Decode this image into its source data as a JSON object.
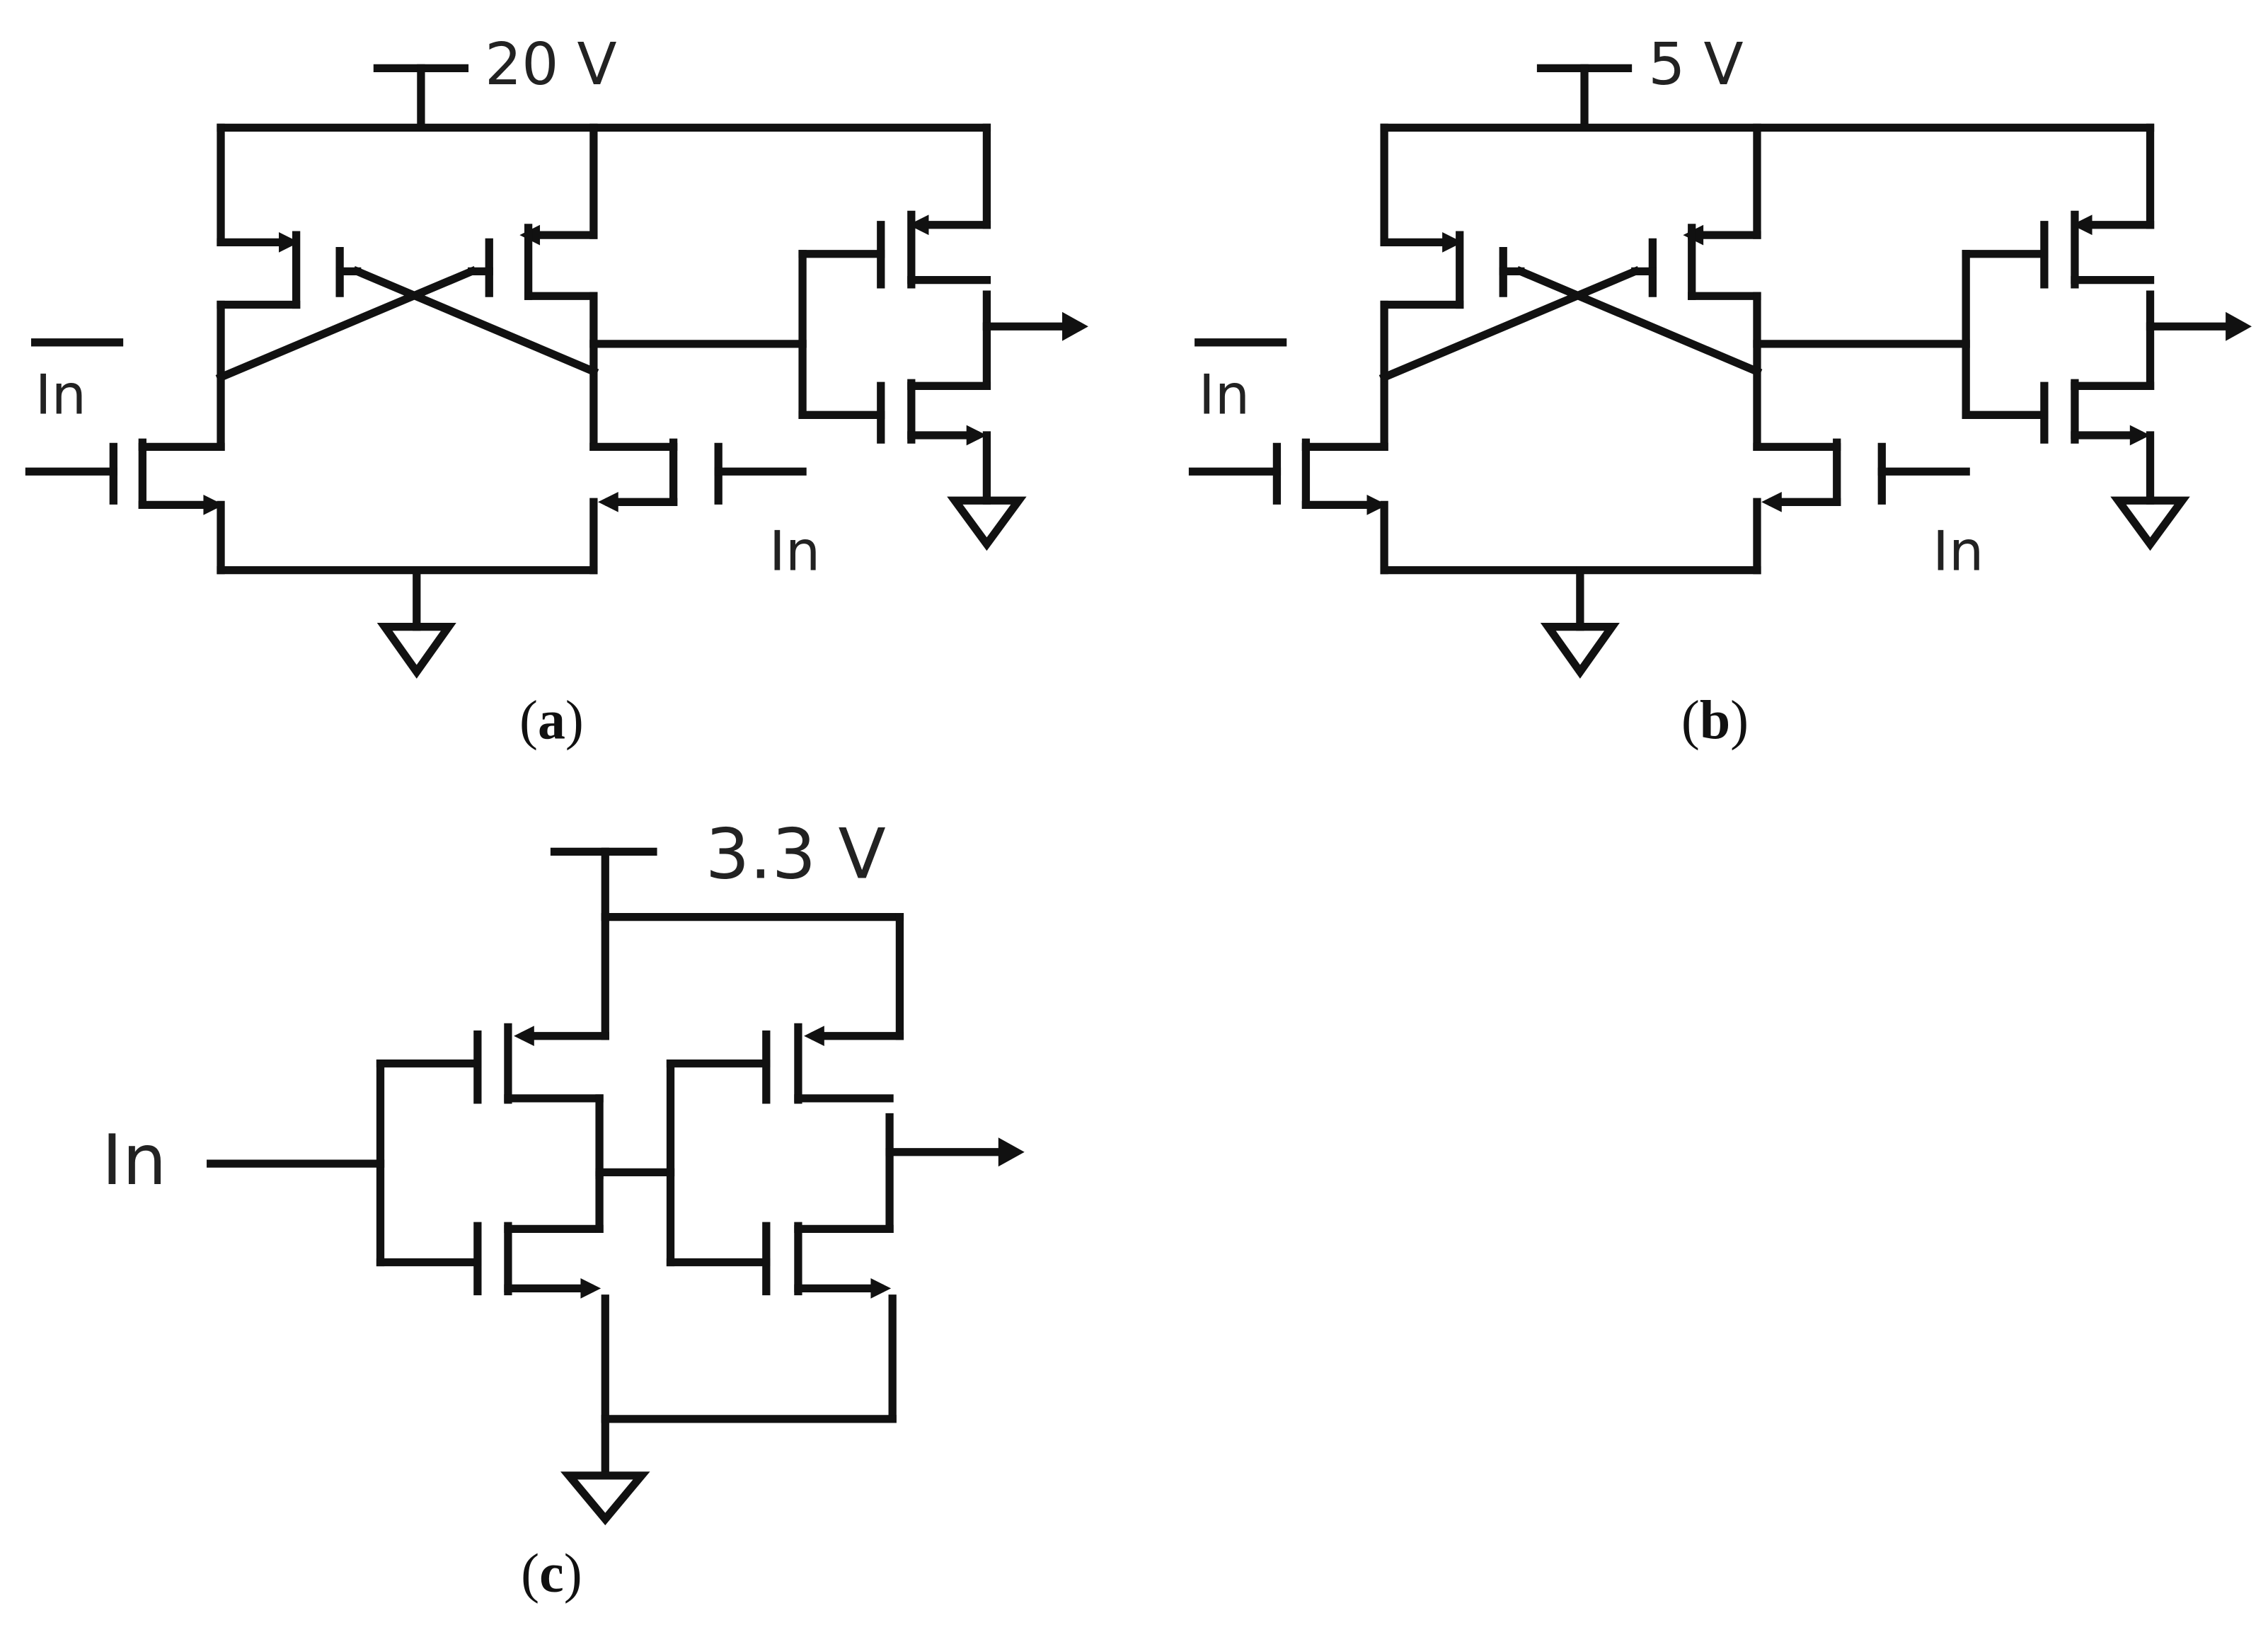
{
  "figure": {
    "panels": [
      {
        "id": "a",
        "supply_label": "20 V",
        "input_bar_label": "In",
        "input_label": "In",
        "caption_open": "(",
        "caption_letter": "a",
        "caption_close": ")"
      },
      {
        "id": "b",
        "supply_label": "5 V",
        "input_bar_label": "In",
        "input_label": "In",
        "caption_open": "(",
        "caption_letter": "b",
        "caption_close": ")"
      },
      {
        "id": "c",
        "supply_label": "3.3 V",
        "input_label": "In",
        "caption_open": "(",
        "caption_letter": "c",
        "caption_close": ")"
      }
    ]
  }
}
